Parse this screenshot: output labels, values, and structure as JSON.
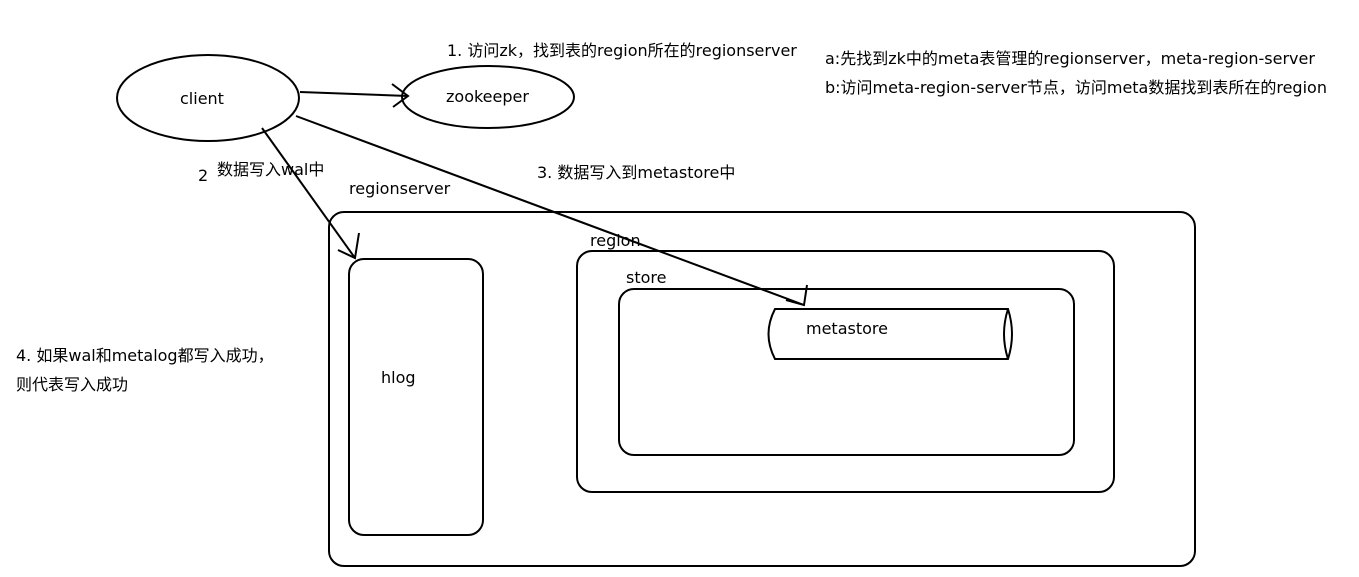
{
  "nodes": {
    "client": "client",
    "zookeeper": "zookeeper",
    "regionserver": "regionserver",
    "region": "region",
    "store": "store",
    "metastore": "metastore",
    "hlog": "hlog"
  },
  "steps": {
    "step1": "1. 访问zk，找到表的region所在的regionserver",
    "step2_num": "2",
    "step2_text": "数据写入wal中",
    "step3": "3. 数据写入到metastore中",
    "step4_line1": "4. 如果wal和metalog都写入成功，",
    "step4_line2": "则代表写入成功"
  },
  "notes": {
    "a": "a:先找到zk中的meta表管理的regionserver，meta-region-server",
    "b": "b:访问meta-region-server节点，访问meta数据找到表所在的region"
  }
}
